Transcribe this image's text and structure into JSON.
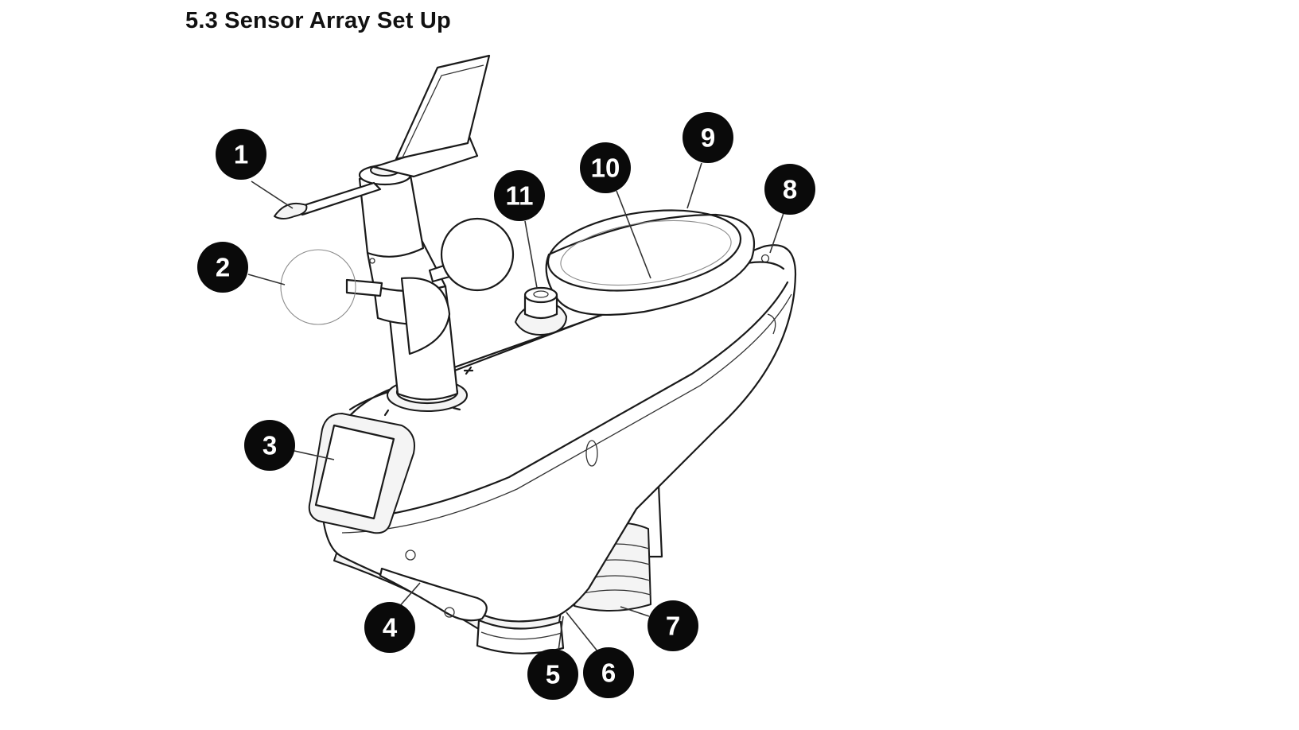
{
  "section_title": "5.3 Sensor Array Set Up",
  "callouts": [
    "1",
    "2",
    "3",
    "4",
    "5",
    "6",
    "7",
    "8",
    "9",
    "10",
    "11"
  ],
  "colors": {
    "ink": "#1a1a1a",
    "callout": "#0a0a0a",
    "background": "#ffffff"
  }
}
